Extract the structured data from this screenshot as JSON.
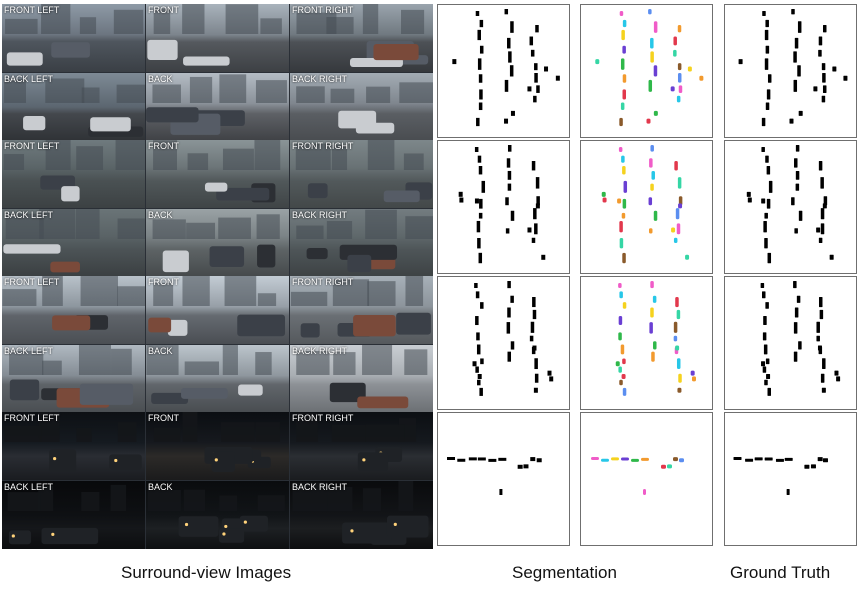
{
  "camera_labels": [
    "FRONT LEFT",
    "FRONT",
    "FRONT RIGHT",
    "BACK LEFT",
    "BACK",
    "BACK RIGHT"
  ],
  "rows": [
    {
      "scene": "day-city-street"
    },
    {
      "scene": "rainy-street"
    },
    {
      "scene": "day-intersection"
    },
    {
      "scene": "night-street"
    }
  ],
  "captions": {
    "images": "Surround-view Images",
    "segmentation": "Segmentation",
    "ground_truth": "Ground Truth"
  },
  "colors": {
    "panel_border": "#6f6f6f",
    "object_fill": "#000000",
    "seg_palette": [
      "#f05cc8",
      "#27c7e8",
      "#f5d21e",
      "#6a3fd3",
      "#2fb84a",
      "#f29a2e",
      "#e2384c",
      "#35d6a5",
      "#8a5a2b",
      "#5b8ef0"
    ]
  }
}
